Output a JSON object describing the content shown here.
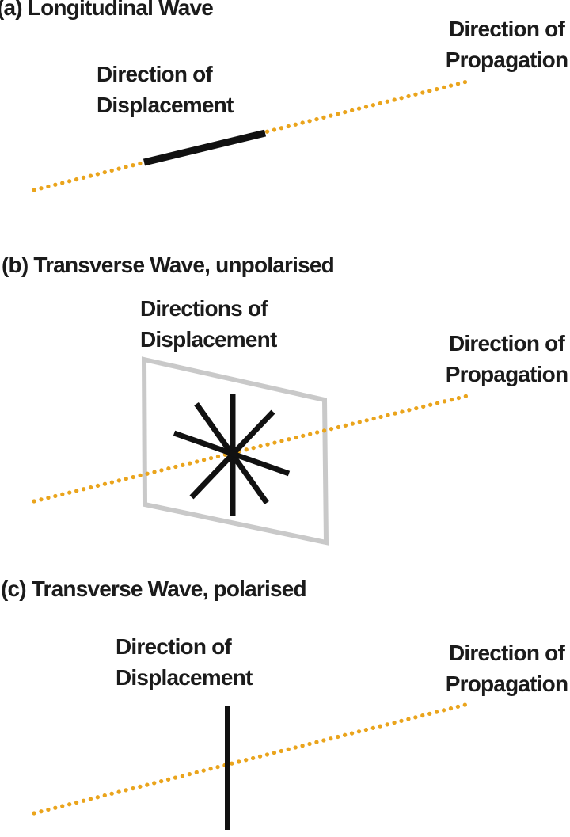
{
  "colors": {
    "background": "#ffffff",
    "propagation_dots": "#eaa41c",
    "displacement_black": "#111111",
    "plane_stroke": "#c9c9c9",
    "text": "#1b1b1b"
  },
  "panels": [
    {
      "id": "a",
      "title": "(a) Longitudinal Wave",
      "displacement_label": [
        "Direction of",
        "Displacement"
      ],
      "propagation_label": [
        "Direction of",
        "Propagation"
      ]
    },
    {
      "id": "b",
      "title": "(b) Transverse Wave, unpolarised",
      "displacement_label": [
        "Directions of",
        "Displacement"
      ],
      "propagation_label": [
        "Direction of",
        "Propagation"
      ]
    },
    {
      "id": "c",
      "title": "(c) Transverse Wave, polarised",
      "displacement_label": [
        "Direction of",
        "Displacement"
      ],
      "propagation_label": [
        "Direction of",
        "Propagation"
      ]
    }
  ]
}
